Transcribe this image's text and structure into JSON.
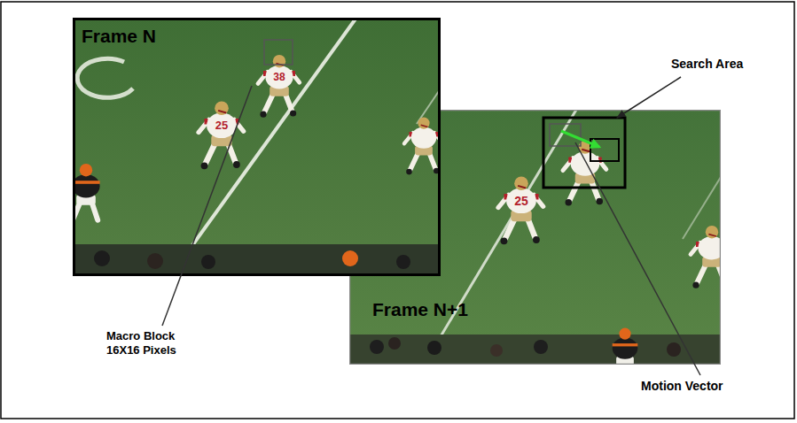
{
  "diagram": {
    "nodes": [
      {
        "text": [
          "Frame N"
        ]
      },
      {
        "text": [
          "Frame N+1"
        ]
      }
    ],
    "labels": [
      "Search Area",
      "Macro Block 16X16 Pixels",
      "Motion Vector",
      "38",
      "25",
      "25"
    ]
  }
}
